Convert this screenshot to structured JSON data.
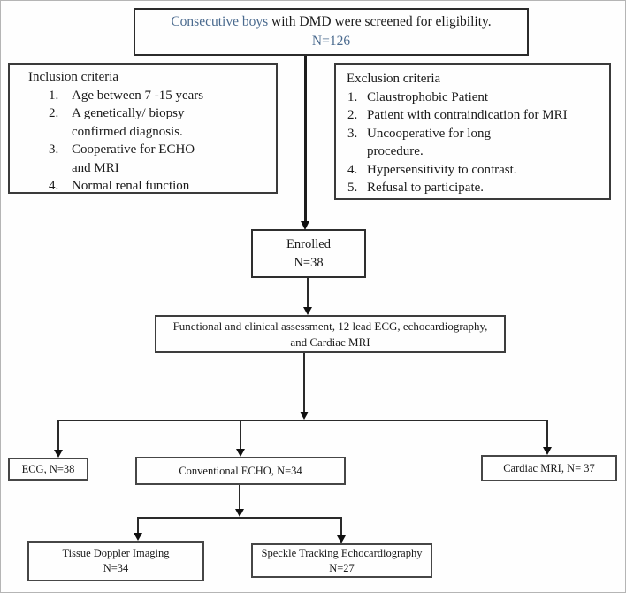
{
  "colors": {
    "accent_blue": "#4a6a8e",
    "box_border": "#3a3a3a",
    "line": "#1d1d1d"
  },
  "screened_box": {
    "text_blue": "Consecutive boys",
    "text_rest": " with DMD were screened for eligibility.",
    "n_line": "N=126"
  },
  "inclusion_box": {
    "title": "Inclusion criteria",
    "items": [
      {
        "num": "1.",
        "text": "Age between 7 -15 years"
      },
      {
        "num": "2.",
        "text": "A genetically/ biopsy\nconfirmed diagnosis."
      },
      {
        "num": "3.",
        "text": "Cooperative for ECHO\nand MRI"
      },
      {
        "num": "4.",
        "text": "Normal renal function"
      }
    ]
  },
  "exclusion_box": {
    "title": "Exclusion criteria",
    "items": [
      {
        "num": "1.",
        "text": "Claustrophobic Patient"
      },
      {
        "num": "2.",
        "text": "Patient with contraindication for MRI"
      },
      {
        "num": "3.",
        "text": "Uncooperative for long\nprocedure."
      },
      {
        "num": "4.",
        "text": "Hypersensitivity to contrast."
      },
      {
        "num": "5.",
        "text": "Refusal to participate."
      }
    ]
  },
  "enrolled_box": {
    "text": "Enrolled\nN=38"
  },
  "assessment_box": {
    "text": "Functional and clinical assessment, 12 lead ECG, echocardiography,\nand Cardiac MRI"
  },
  "ecg_box": {
    "text": "ECG, N=38"
  },
  "echo_box": {
    "text": "Conventional ECHO, N=34"
  },
  "mri_box": {
    "text": "Cardiac MRI, N= 37"
  },
  "tdi_box": {
    "text": "Tissue Doppler Imaging\nN=34"
  },
  "ste_box": {
    "text": "Speckle Tracking Echocardiography\nN=27"
  }
}
